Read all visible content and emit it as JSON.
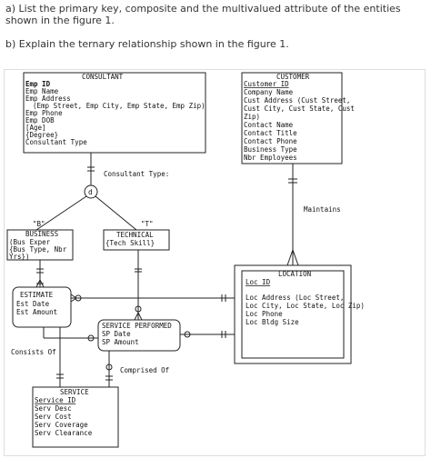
{
  "questions": {
    "a": "a) List the primary key, composite and the multivalued attribute of the entities shown in the figure 1.",
    "b": "b) Explain the ternary relationship shown in the figure 1."
  },
  "consultant": {
    "title": "CONSULTANT",
    "lines": [
      "Emp ID",
      "Emp Name",
      "Emp Address",
      "(Emp Street, Emp City, Emp State, Emp Zip)",
      "Emp Phone",
      "Emp DOB",
      "[Age]",
      "{Degree}",
      "Consultant Type"
    ]
  },
  "customer": {
    "title": "CUSTOMER",
    "lines": [
      "Customer ID",
      "Company Name",
      "Cust Address (Cust Street,",
      "Cust City, Cust State, Cust",
      "Zip)",
      "Contact Name",
      "Contact Title",
      "Contact Phone",
      "Business Type",
      "Nbr Employees"
    ]
  },
  "consultant_type_label": "Consultant Type:",
  "disjoint_label": "d",
  "maintains_label": "Maintains",
  "business": {
    "tag": "\"B\"",
    "title": "BUSINESS",
    "lines": [
      "(Bus Exper",
      "{Bus Type, Nbr",
      "Yrs})"
    ]
  },
  "technical": {
    "tag": "\"T\"",
    "title": "TECHNICAL",
    "lines": [
      "{Tech Skill}"
    ]
  },
  "location": {
    "title": "LOCATION",
    "lines": [
      "Loc ID",
      "Loc Address (Loc Street,",
      "Loc City, Loc State, Loc Zip)",
      "Loc Phone",
      "Loc Bldg Size"
    ]
  },
  "estimate": {
    "title": "ESTIMATE",
    "lines": [
      "Est Date",
      "Est Amount"
    ]
  },
  "service_performed": {
    "title": "SERVICE PERFORMED",
    "lines": [
      "SP Date",
      "SP Amount"
    ]
  },
  "consists_of_label": "Consists Of",
  "comprised_of_label": "Comprised Of",
  "service": {
    "title": "SERVICE",
    "lines": [
      "Service ID",
      "Serv Desc",
      "Serv Cost",
      "Serv Coverage",
      "Serv Clearance"
    ]
  }
}
